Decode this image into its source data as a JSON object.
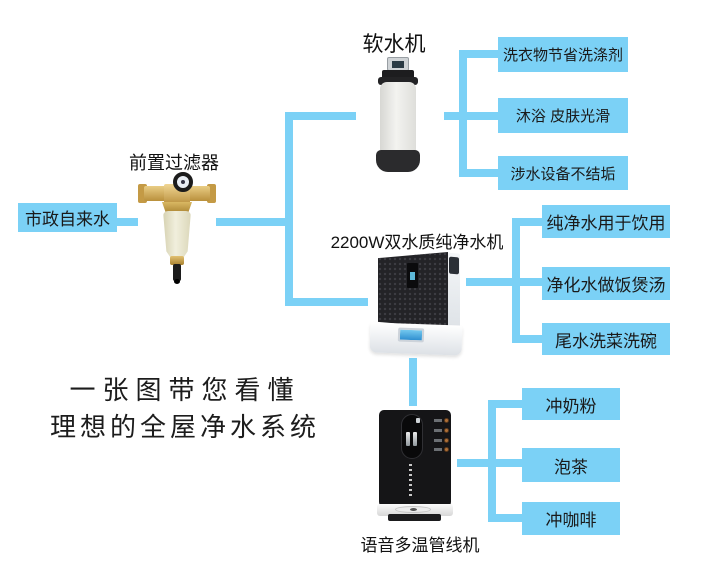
{
  "page": {
    "background": "#ffffff",
    "accent_color": "#7bd1f6",
    "text_color": "#1a1a1a"
  },
  "source_box": {
    "label": "市政自来水"
  },
  "devices": {
    "prefilter": {
      "label": "前置过滤器"
    },
    "softener": {
      "label": "软水机"
    },
    "purifier": {
      "label": "2200W双水质纯净水机"
    },
    "dispenser": {
      "label": "语音多温管线机"
    }
  },
  "benefits": {
    "softener": [
      "洗衣物节省洗涤剂",
      "沐浴 皮肤光滑",
      "涉水设备不结垢"
    ],
    "purifier": [
      "纯净水用于饮用",
      "净化水做饭煲汤",
      "尾水洗菜洗碗"
    ],
    "dispenser": [
      "冲奶粉",
      "泡茶",
      "冲咖啡"
    ]
  },
  "slogan": {
    "line1": "一张图带您看懂",
    "line2": "理想的全屋净水系统"
  }
}
